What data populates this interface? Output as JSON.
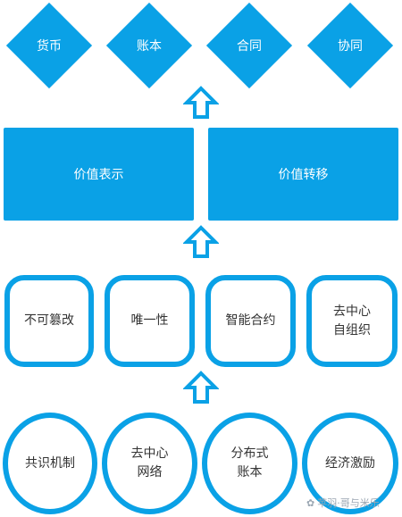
{
  "top_layer": [
    "货币",
    "账本",
    "合同",
    "协同"
  ],
  "value_layer": [
    "价值表示",
    "价值转移"
  ],
  "feature_layer": [
    "不可篡改",
    "唯一性",
    "智能合约",
    "去中心\n自组织"
  ],
  "foundation_layer": [
    "共识机制",
    "去中心\n网络",
    "分布式\n账本",
    "经济激励"
  ],
  "watermark": "苹羽·哥与米乐",
  "colors": {
    "accent": "#0aa1e6",
    "text": "#333333"
  }
}
